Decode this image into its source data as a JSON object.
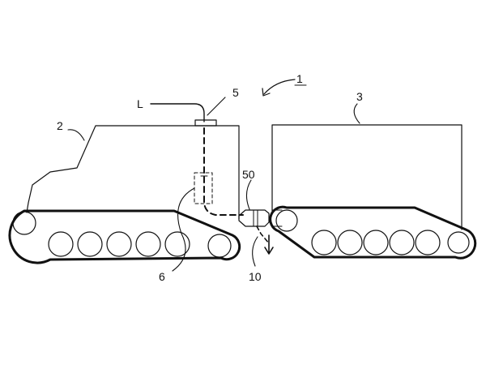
{
  "figure": {
    "labels": {
      "system": "1",
      "front_vehicle": "2",
      "rear_vehicle": "3",
      "coupling_point": "5",
      "cable_store": "6",
      "connector": "10",
      "coupling_device": "50",
      "line": "L"
    }
  },
  "colors": {
    "ink": "#111111",
    "background": "#ffffff"
  }
}
